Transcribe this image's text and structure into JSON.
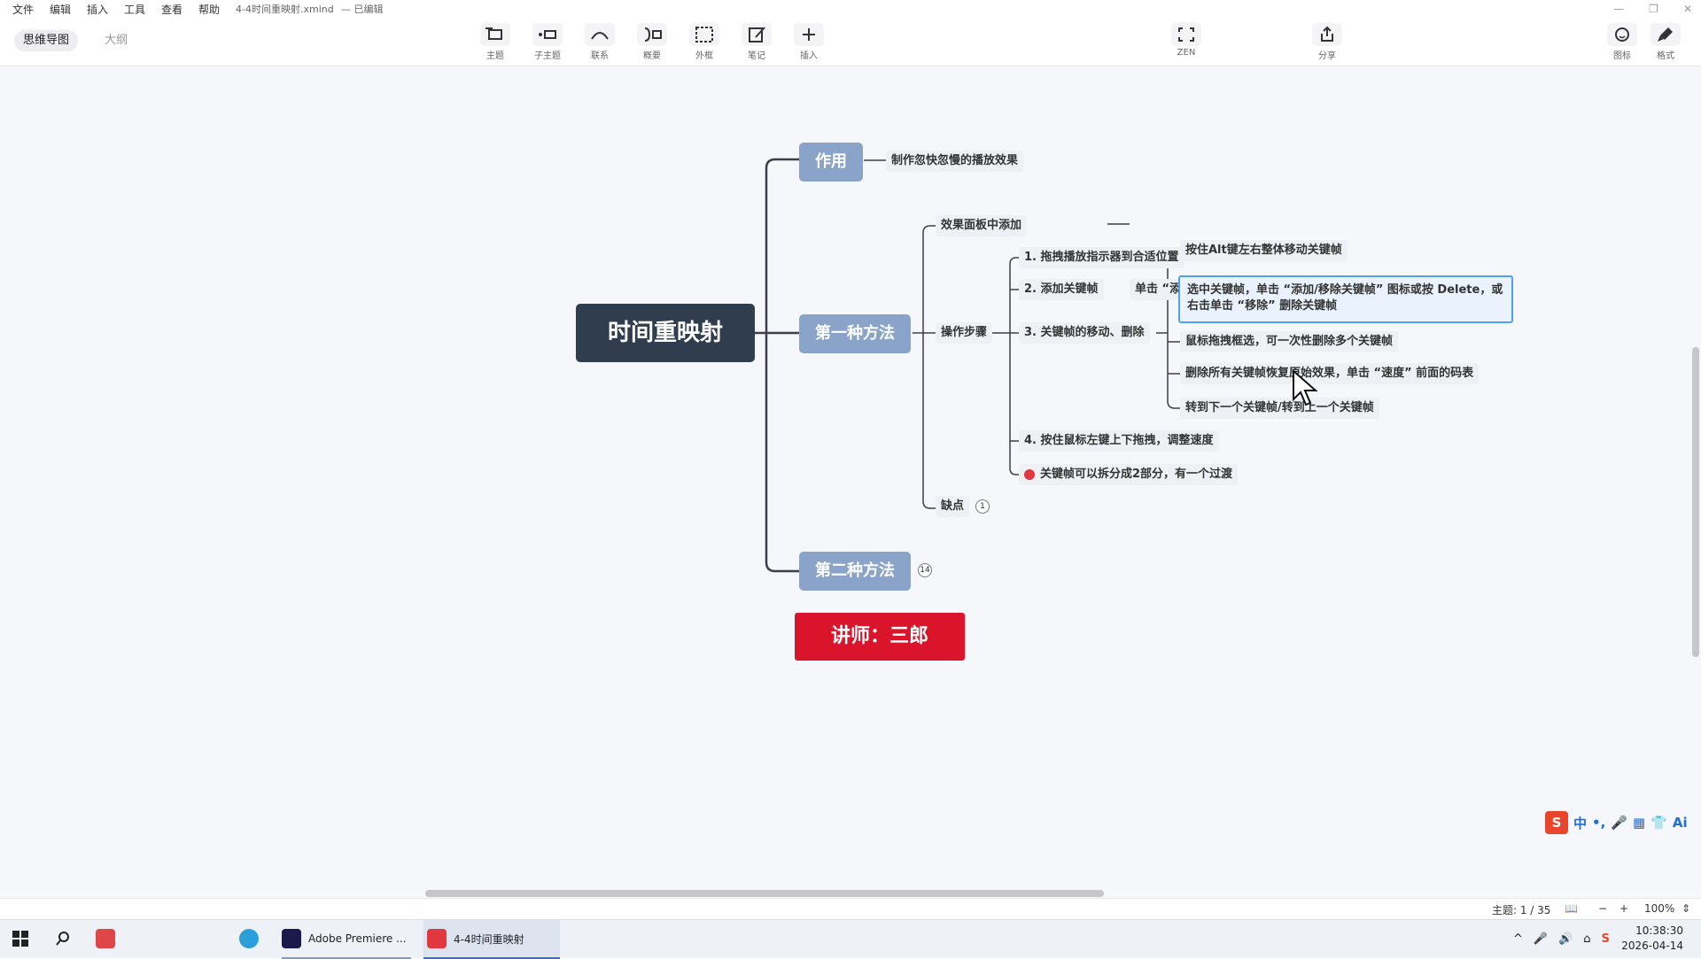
{
  "menu": {
    "items": [
      "文件",
      "编辑",
      "插入",
      "工具",
      "查看",
      "帮助"
    ],
    "document": "4-4时间重映射.xmind",
    "doc_status": "— 已编辑"
  },
  "view_tabs": {
    "mindmap": "思维导图",
    "outline": "大纲"
  },
  "toolbar": {
    "topic": "主题",
    "subtopic": "子主题",
    "relation": "联系",
    "summary": "概要",
    "boundary": "外框",
    "note": "笔记",
    "insert": "插入",
    "zen": "ZEN",
    "share": "分享",
    "icon": "图标",
    "format": "格式"
  },
  "map": {
    "root": "时间重映射",
    "branch_usage": "作用",
    "usage_desc": "制作忽快忽慢的播放效果",
    "branch_method1": "第一种方法",
    "m1_panel": "效果面板中添加",
    "m1_steps": "操作步骤",
    "step1": "1. 拖拽播放指示器到合适位置",
    "step2": "2. 添加关键帧",
    "step2_detail": "单击 “添加/移除关键帧” 图标",
    "step3": "3. 关键帧的移动、删除",
    "step3_children": [
      "按住Alt键左右整体移动关键帧",
      "选中关键帧，单击 “添加/移除关键帧” 图标或按 Delete，或右击单击 “移除” 删除关键帧",
      "鼠标拖拽框选，可一次性删除多个关键帧",
      "删除所有关键帧恢复原始效果，单击 “速度” 前面的码表",
      "转到下一个关键帧/转到上一个关键帧"
    ],
    "step4": "4. 按住鼠标左键上下拖拽，调整速度",
    "step5_flag": "关键帧可以拆分成2部分，有一个过渡",
    "m1_drawback": "缺点",
    "drawback_count": "1",
    "branch_method2": "第二种方法",
    "method2_count": "14",
    "teacher": "讲师：三郎"
  },
  "status": {
    "topics": "主题: 1 / 35",
    "zoom": "100%"
  },
  "ime": {
    "mode": "中",
    "ai": "Ai"
  },
  "taskbar": {
    "premiere": "Adobe Premiere ...",
    "xmind": "4-4时间重映射"
  },
  "clock": {
    "time": "10:38:30",
    "date": "2026-04-14"
  },
  "colors": {
    "root": "#2f3d4f",
    "main": "#8aa3c9",
    "teacher": "#d9142b",
    "select": "#4ea1f3"
  }
}
